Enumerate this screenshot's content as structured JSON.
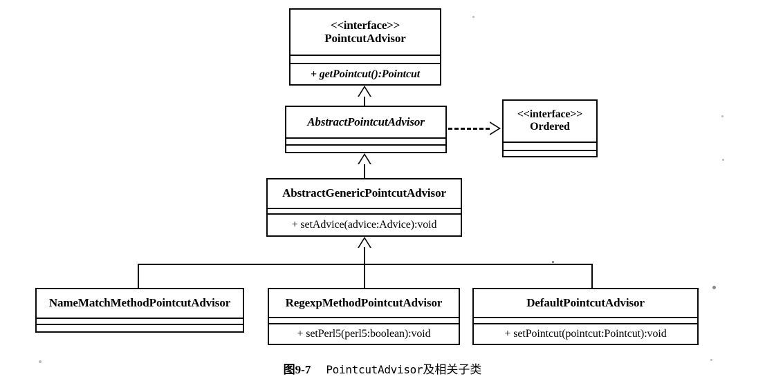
{
  "diagram": {
    "type": "uml-class-diagram",
    "classes": [
      {
        "id": "pointcut-advisor",
        "stereotype": "<<interface>>",
        "name": "PointcutAdvisor",
        "name_style": "bold",
        "attributes": [],
        "operations": [
          "+ getPointcut():Pointcut"
        ],
        "operations_style": "italic"
      },
      {
        "id": "abstract-pointcut-advisor",
        "stereotype": "",
        "name": "AbstractPointcutAdvisor",
        "name_style": "bold-italic",
        "attributes": [],
        "operations": [],
        "operations_style": "normal"
      },
      {
        "id": "ordered",
        "stereotype": "<<interface>>",
        "name": "Ordered",
        "name_style": "bold",
        "attributes": [],
        "operations": [],
        "operations_style": "normal"
      },
      {
        "id": "abstract-generic-pointcut-advisor",
        "stereotype": "",
        "name": "AbstractGenericPointcutAdvisor",
        "name_style": "bold",
        "attributes": [],
        "operations": [
          "+ setAdvice(advice:Advice):void"
        ],
        "operations_style": "normal"
      },
      {
        "id": "name-match-method-pointcut-advisor",
        "stereotype": "",
        "name": "NameMatchMethodPointcutAdvisor",
        "name_style": "bold",
        "attributes": [],
        "operations": [],
        "operations_style": "normal"
      },
      {
        "id": "regexp-method-pointcut-advisor",
        "stereotype": "",
        "name": "RegexpMethodPointcutAdvisor",
        "name_style": "bold",
        "attributes": [],
        "operations": [
          "+ setPerl5(perl5:boolean):void"
        ],
        "operations_style": "normal"
      },
      {
        "id": "default-pointcut-advisor",
        "stereotype": "",
        "name": "DefaultPointcutAdvisor",
        "name_style": "bold",
        "attributes": [],
        "operations": [
          "+ setPointcut(pointcut:Pointcut):void"
        ],
        "operations_style": "normal"
      }
    ],
    "relationships": [
      {
        "id": "rel-1",
        "kind": "generalization",
        "from": "abstract-pointcut-advisor",
        "to": "pointcut-advisor",
        "line": "solid",
        "arrow": "hollow-triangle"
      },
      {
        "id": "rel-2",
        "kind": "realization",
        "from": "abstract-pointcut-advisor",
        "to": "ordered",
        "line": "dashed",
        "arrow": "open-triangle"
      },
      {
        "id": "rel-3",
        "kind": "generalization",
        "from": "abstract-generic-pointcut-advisor",
        "to": "abstract-pointcut-advisor",
        "line": "solid",
        "arrow": "hollow-triangle"
      },
      {
        "id": "rel-4",
        "kind": "generalization",
        "from": "name-match-method-pointcut-advisor",
        "to": "abstract-generic-pointcut-advisor",
        "line": "solid",
        "arrow": "hollow-triangle"
      },
      {
        "id": "rel-5",
        "kind": "generalization",
        "from": "regexp-method-pointcut-advisor",
        "to": "abstract-generic-pointcut-advisor",
        "line": "solid",
        "arrow": "hollow-triangle"
      },
      {
        "id": "rel-6",
        "kind": "generalization",
        "from": "default-pointcut-advisor",
        "to": "abstract-generic-pointcut-advisor",
        "line": "solid",
        "arrow": "hollow-triangle"
      }
    ]
  },
  "caption": {
    "figure_number": "图9-7",
    "text_latin": "PointcutAdvisor",
    "text_cjk": "及相关子类"
  },
  "colors": {
    "ink": "#0a0a0a",
    "page": "#ffffff"
  }
}
